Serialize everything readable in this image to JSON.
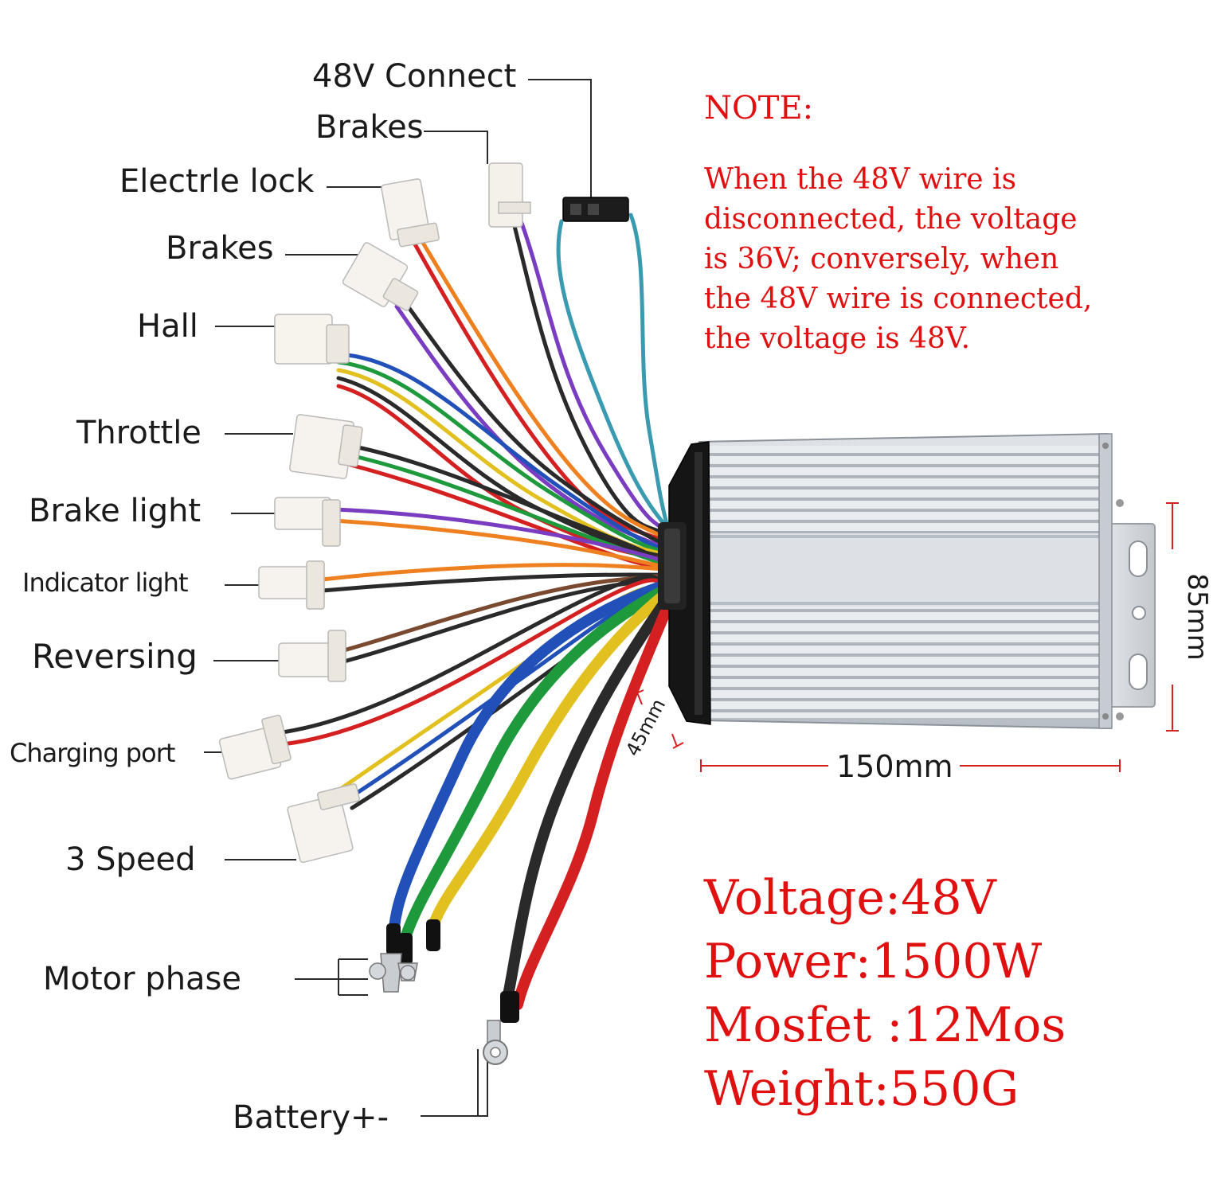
{
  "labels": {
    "connect48v": "48V Connect",
    "brakes_top": "Brakes",
    "electric_lock": "Electrle lock",
    "brakes": "Brakes",
    "hall": "Hall",
    "throttle": "Throttle",
    "brake_light": "Brake light",
    "indicator_light": "Indicator light",
    "reversing": "Reversing",
    "charging_port": "Charging port",
    "speed3": "3 Speed",
    "motor_phase": "Motor phase",
    "battery": "Battery+-"
  },
  "note": {
    "title": "NOTE:",
    "lines": [
      "When the 48V wire is",
      "disconnected, the voltage",
      "is 36V; conversely, when",
      "the 48V wire is connected,",
      "the voltage is 48V."
    ]
  },
  "specs": {
    "voltage": "Voltage:48V",
    "power": "Power:1500W",
    "mosfet": "Mosfet :12Mos",
    "weight": "Weight:550G"
  },
  "dimensions": {
    "length": "150mm",
    "height": "85mm",
    "depth": "45mm"
  },
  "colors": {
    "red_text": "#e01010",
    "wire_red": "#d42020",
    "wire_black": "#2a2a2a",
    "wire_blue": "#2050b8",
    "wire_green": "#1e9a3c",
    "wire_yellow": "#e2c020",
    "wire_purple": "#7a3cc0",
    "wire_orange": "#ee8020",
    "wire_brown": "#7a4a30",
    "wire_teal": "#3a9ab0"
  }
}
